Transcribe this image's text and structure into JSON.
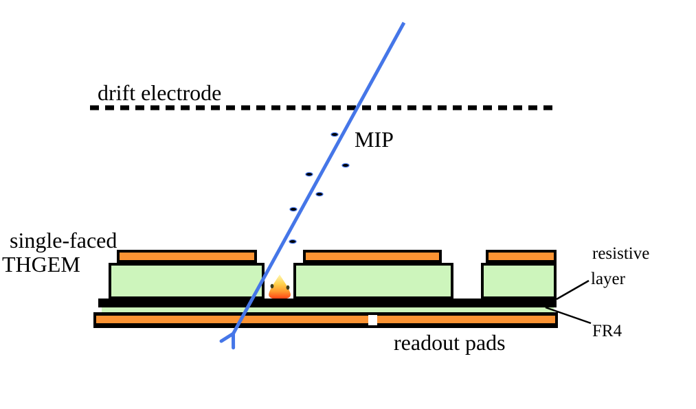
{
  "figure": {
    "type": "detector-cross-section-diagram",
    "labels": {
      "drift_electrode": "drift electrode",
      "mip": "MIP",
      "thgem_line1": "single-faced",
      "thgem_line2": "THGEM",
      "resistive_line1": "resistive",
      "resistive_line2": "layer",
      "fr4": "FR4",
      "readout_pads": "readout pads"
    },
    "colors": {
      "electrode_orange": "#FB9333",
      "insulator_green": "#CDF5BC",
      "track_blue": "#4576E8",
      "line_black": "#000000",
      "pad_gap_white": "#FFFFFF",
      "flame_yellow": "#FFF6B3",
      "flame_gold": "#FFD24D",
      "flame_orange": "#FF9A2E",
      "flame_red": "#FF3D14",
      "background": "#FFFFFF"
    }
  }
}
